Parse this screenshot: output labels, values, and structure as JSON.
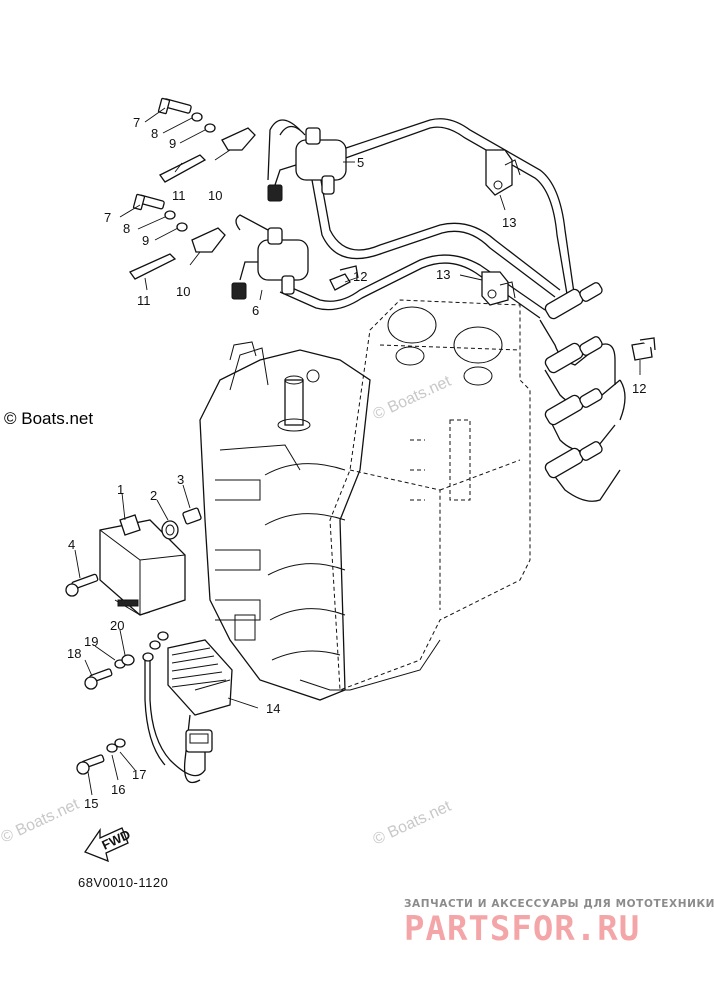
{
  "watermarks": {
    "left": "© Boats.net",
    "center": "© Boats.net",
    "bottom_left": "© Boats.net",
    "bottom_right": "© Boats.net"
  },
  "diagram_code": "68V0010-1120",
  "fwd_label": "FWD",
  "brand": {
    "tagline": "ЗАПЧАСТИ И АКСЕССУАРЫ ДЛЯ МОТОТЕХНИКИ",
    "logo": "PARTSFOR.RU"
  },
  "callouts": {
    "c1": "1",
    "c2": "2",
    "c3": "3",
    "c4": "4",
    "c5": "5",
    "c6": "6",
    "c7a": "7",
    "c7b": "7",
    "c8a": "8",
    "c8b": "8",
    "c9a": "9",
    "c9b": "9",
    "c10a": "10",
    "c10b": "10",
    "c11a": "11",
    "c11b": "11",
    "c12a": "12",
    "c12b": "12",
    "c13a": "13",
    "c13b": "13",
    "c14": "14",
    "c15": "15",
    "c16": "16",
    "c17": "17",
    "c18": "18",
    "c19": "19",
    "c20": "20"
  }
}
